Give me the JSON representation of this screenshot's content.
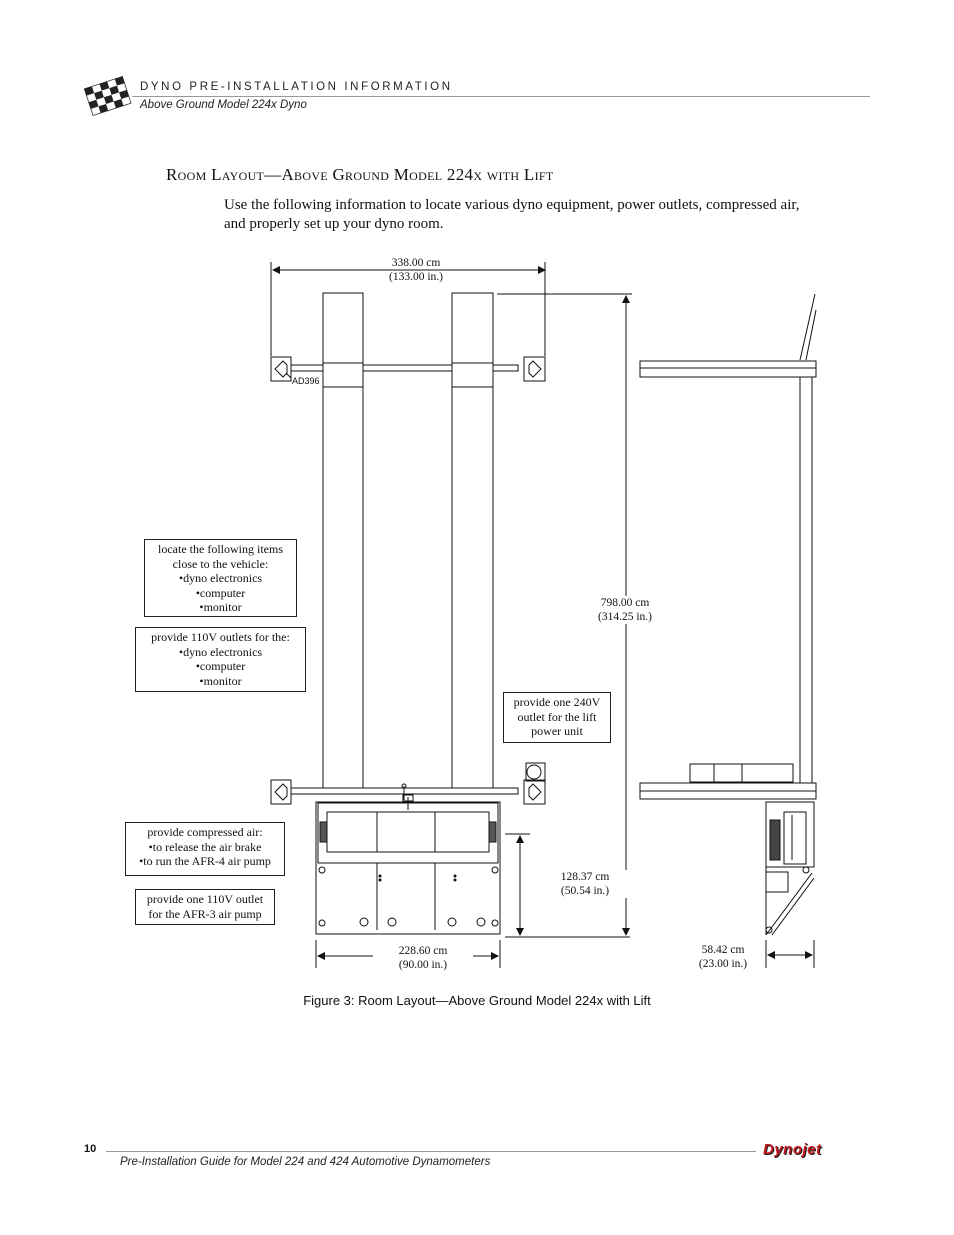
{
  "header": {
    "title": "DYNO PRE-INSTALLATION INFORMATION",
    "subtitle": "Above Ground Model 224x Dyno"
  },
  "section_title": "Room Layout—Above Ground Model 224x with Lift",
  "intro": "Use the following information to locate various dyno equipment, power outlets, compressed air, and properly set up your dyno room.",
  "figure": {
    "tag": "AD396",
    "dimensions": {
      "width_top": {
        "cm": "338.00 cm",
        "in": "(133.00 in.)"
      },
      "length": {
        "cm": "798.00 cm",
        "in": "(314.25 in.)"
      },
      "drum_depth": {
        "cm": "128.37 cm",
        "in": "(50.54 in.)"
      },
      "drum_width": {
        "cm": "228.60 cm",
        "in": "(90.00 in.)"
      },
      "side_width": {
        "cm": "58.42 cm",
        "in": "(23.00 in.)"
      }
    },
    "notes": {
      "locate": [
        "locate the following items",
        "close to the vehicle:",
        "•dyno electronics",
        "•computer",
        "•monitor"
      ],
      "outlets110": [
        "provide 110V outlets for the:",
        "•dyno electronics",
        "•computer",
        "•monitor"
      ],
      "outlet240": [
        "provide one 240V",
        "outlet for the lift",
        "power unit"
      ],
      "air": [
        "provide compressed air:",
        "•to release the air brake",
        "•to run the AFR-4 air pump"
      ],
      "afr3": [
        "provide one 110V outlet",
        "for the AFR-3 air pump"
      ]
    }
  },
  "caption": "Figure 3: Room Layout—Above Ground Model 224x with Lift",
  "footer": {
    "page_number": "10",
    "text": "Pre-Installation Guide for Model 224 and 424 Automotive Dynamometers",
    "brand": "Dynojet"
  },
  "colors": {
    "brand_red": "#c0171d",
    "rule_gray": "#999999"
  }
}
